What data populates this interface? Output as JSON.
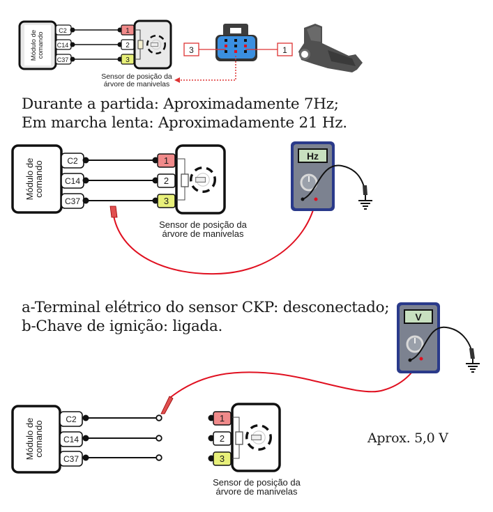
{
  "colors": {
    "pin1_fill": "#f08a8a",
    "pin2_fill": "#ffffff",
    "pin3_fill": "#e8f07a",
    "wire": "#111111",
    "probe_wire": "#e01020",
    "module_fill": "#ffffff",
    "module_top_fill": "#e9e9e9",
    "meter_body": "#2a3a8a",
    "meter_display": "#c8e0c0",
    "connector_blue": "#3a8fe0"
  },
  "diagram_top": {
    "module_label": [
      "Módulo de",
      "comando"
    ],
    "terminals": [
      "C2",
      "C14",
      "C37"
    ],
    "sensor_pins": [
      "1",
      "2",
      "3"
    ],
    "sensor_label": [
      "Sensor de posição da",
      "árvore de manivelas"
    ],
    "connector_callouts": [
      "3",
      "1"
    ]
  },
  "text_block_1": {
    "line1": "Durante a partida: Aproximadamente 7Hz;",
    "line2": "Em marcha lenta: Aproximadamente 21 Hz."
  },
  "diagram_middle": {
    "module_label": [
      "Módulo de",
      "comando"
    ],
    "terminals": [
      "C2",
      "C14",
      "C37"
    ],
    "sensor_pins": [
      "1",
      "2",
      "3"
    ],
    "sensor_label": [
      "Sensor de posição da",
      "árvore de manivelas"
    ],
    "meter_display": "Hz"
  },
  "text_block_2": {
    "line1": "a-Terminal elétrico do sensor CKP: desconectado;",
    "line2": "b-Chave de ignição: ligada."
  },
  "diagram_bottom": {
    "module_label": [
      "Módulo de",
      "comando"
    ],
    "terminals": [
      "C2",
      "C14",
      "C37"
    ],
    "sensor_pins": [
      "1",
      "2",
      "3"
    ],
    "sensor_label": [
      "Sensor de posição da",
      "árvore de manivelas"
    ],
    "meter_display": "V",
    "reading": "Aprox. 5,0 V"
  }
}
